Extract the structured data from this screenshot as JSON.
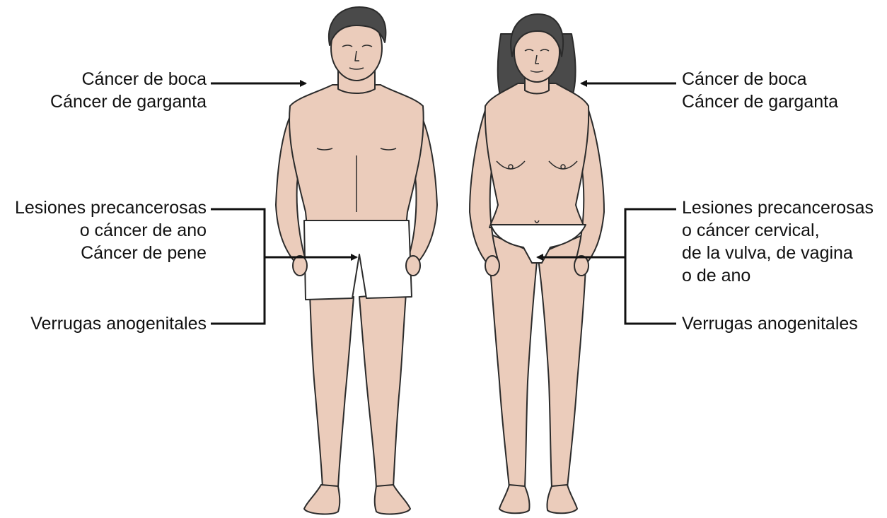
{
  "colors": {
    "skin": "#ebccbb",
    "skin_shadow": "#d9b3a0",
    "outline": "#2b2b2b",
    "hair": "#4a4a4a",
    "underwear": "#ffffff",
    "line": "#111111"
  },
  "male": {
    "mouth_throat": [
      "Cáncer de boca",
      "Cáncer de garganta"
    ],
    "anal_penile": [
      "Lesiones precancerosas",
      "o cáncer de ano",
      "Cáncer de pene"
    ],
    "warts": "Verrugas anogenitales"
  },
  "female": {
    "mouth_throat": [
      "Cáncer de boca",
      "Cáncer de garganta"
    ],
    "cervical_vulvar": [
      "Lesiones precancerosas",
      "o cáncer cervical,",
      "de la vulva, de vagina",
      "o de ano"
    ],
    "warts": "Verrugas anogenitales"
  }
}
